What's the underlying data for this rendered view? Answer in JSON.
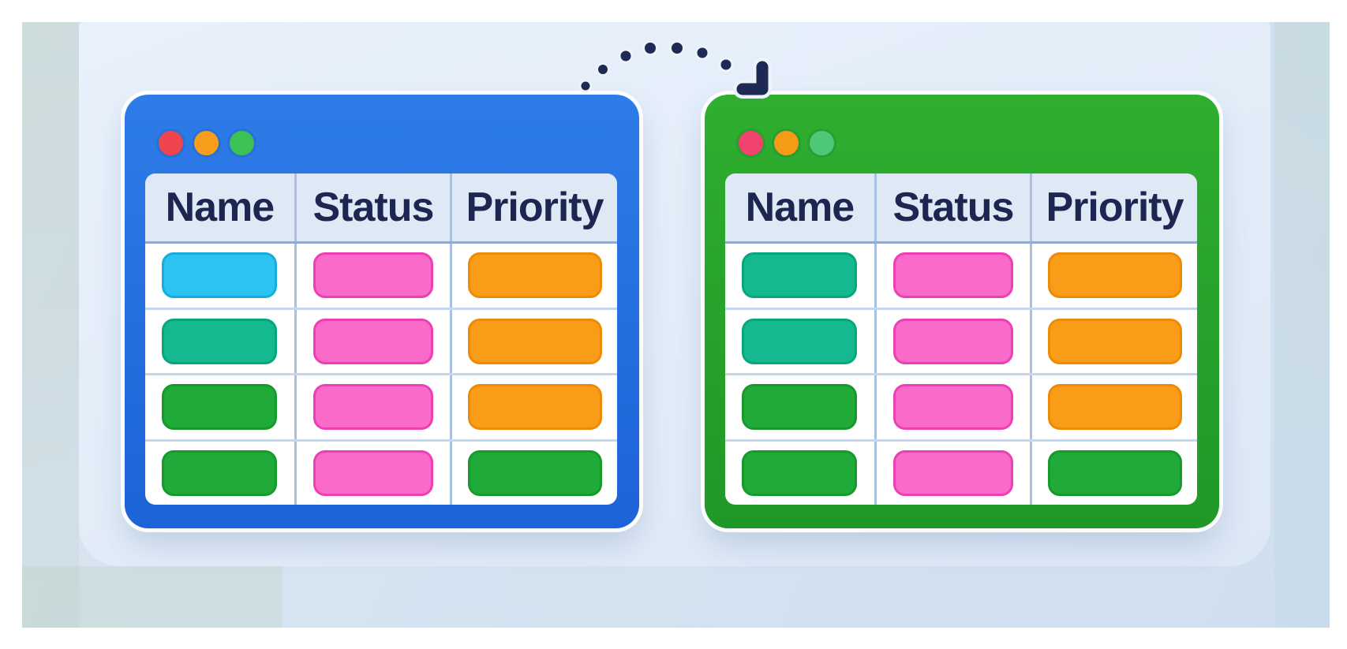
{
  "arrow": {
    "icon": "dotted-arc-arrow",
    "dot_color": "#1d2a55",
    "halo_color": "#edf3fa"
  },
  "windows": [
    {
      "name": "source-window",
      "frame_color_top": "#2e7ce8",
      "frame_color_bottom": "#1c63d8",
      "traffic_lights": [
        {
          "name": "close-light",
          "color": "#ee454e"
        },
        {
          "name": "minimize-light",
          "color": "#f79c1b"
        },
        {
          "name": "zoom-light",
          "color": "#3cc155"
        }
      ],
      "table": {
        "headers": [
          "Name",
          "Status",
          "Priority"
        ],
        "header_text_color": "#1b2750",
        "header_bg": "#dfe9f6",
        "rows": [
          [
            {
              "fill": "#2cc2f1",
              "border": "#14addc"
            },
            {
              "fill": "#f96ac9",
              "border": "#ee3eb3"
            },
            {
              "fill": "#f99c17",
              "border": "#ee8b06"
            }
          ],
          [
            {
              "fill": "#15b98f",
              "border": "#08a67c"
            },
            {
              "fill": "#f96ac9",
              "border": "#ee3eb3"
            },
            {
              "fill": "#f99c17",
              "border": "#ee8b06"
            }
          ],
          [
            {
              "fill": "#20aa39",
              "border": "#169a2c"
            },
            {
              "fill": "#f96ac9",
              "border": "#ee3eb3"
            },
            {
              "fill": "#f99c17",
              "border": "#ee8b06"
            }
          ],
          [
            {
              "fill": "#20aa39",
              "border": "#169a2c"
            },
            {
              "fill": "#f96ac9",
              "border": "#ee3eb3"
            },
            {
              "fill": "#20aa39",
              "border": "#169a2c"
            }
          ]
        ]
      }
    },
    {
      "name": "target-window",
      "frame_color_top": "#2fae2f",
      "frame_color_bottom": "#209827",
      "traffic_lights": [
        {
          "name": "close-light",
          "color": "#f2426e"
        },
        {
          "name": "minimize-light",
          "color": "#f59b15"
        },
        {
          "name": "zoom-light",
          "color": "#4cc878"
        }
      ],
      "table": {
        "headers": [
          "Name",
          "Status",
          "Priority"
        ],
        "header_text_color": "#1b2750",
        "header_bg": "#dfe9f6",
        "rows": [
          [
            {
              "fill": "#15b98f",
              "border": "#08a67c"
            },
            {
              "fill": "#f96ac9",
              "border": "#ee3eb3"
            },
            {
              "fill": "#f99c17",
              "border": "#ee8b06"
            }
          ],
          [
            {
              "fill": "#15b98f",
              "border": "#08a67c"
            },
            {
              "fill": "#f96ac9",
              "border": "#ee3eb3"
            },
            {
              "fill": "#f99c17",
              "border": "#ee8b06"
            }
          ],
          [
            {
              "fill": "#20aa39",
              "border": "#169a2c"
            },
            {
              "fill": "#f96ac9",
              "border": "#ee3eb3"
            },
            {
              "fill": "#f99c17",
              "border": "#ee8b06"
            }
          ],
          [
            {
              "fill": "#20aa39",
              "border": "#169a2c"
            },
            {
              "fill": "#f96ac9",
              "border": "#ee3eb3"
            },
            {
              "fill": "#20aa39",
              "border": "#169a2c"
            }
          ]
        ]
      }
    }
  ]
}
